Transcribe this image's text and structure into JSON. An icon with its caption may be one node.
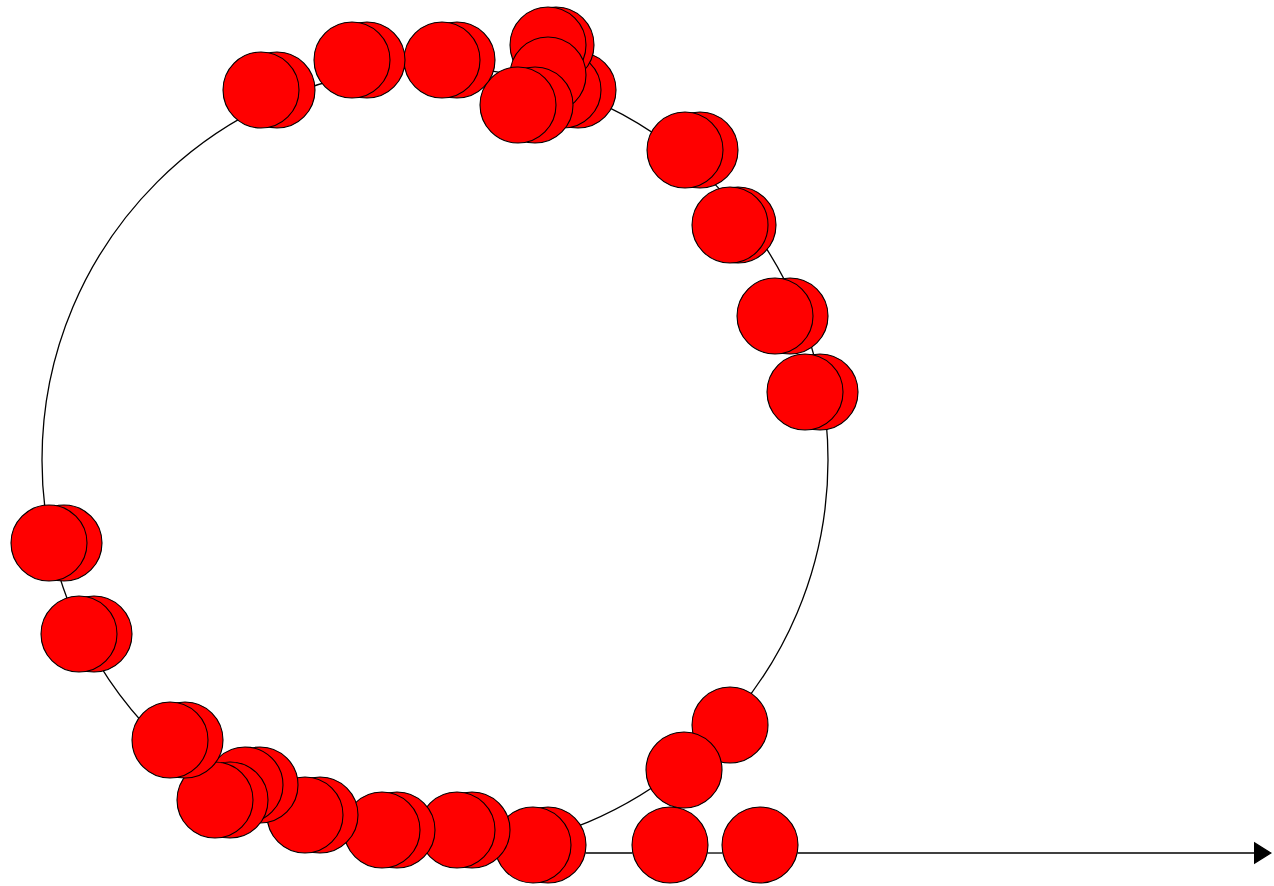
{
  "diagram": {
    "nodes": [
      {
        "text": [],
        "shape": "circle"
      },
      {
        "text": [],
        "shape": "circle"
      },
      {
        "text": [],
        "shape": "circle"
      },
      {
        "text": [],
        "shape": "circle"
      },
      {
        "text": [],
        "shape": "circle"
      },
      {
        "text": [],
        "shape": "circle"
      },
      {
        "text": [],
        "shape": "circle"
      },
      {
        "text": [],
        "shape": "circle"
      },
      {
        "text": [],
        "shape": "circle"
      },
      {
        "text": [],
        "shape": "circle"
      },
      {
        "text": [],
        "shape": "circle"
      },
      {
        "text": [],
        "shape": "circle"
      },
      {
        "text": [],
        "shape": "circle"
      },
      {
        "text": [],
        "shape": "circle"
      },
      {
        "text": [],
        "shape": "circle"
      },
      {
        "text": [],
        "shape": "circle"
      },
      {
        "text": [],
        "shape": "circle"
      },
      {
        "text": [],
        "shape": "circle"
      },
      {
        "text": [],
        "shape": "circle"
      },
      {
        "text": [],
        "shape": "circle"
      },
      {
        "text": [],
        "shape": "circle"
      },
      {
        "text": [],
        "shape": "circle"
      },
      {
        "text": [],
        "shape": "circle"
      },
      {
        "text": [],
        "shape": "circle"
      },
      {
        "text": [],
        "shape": "circle"
      },
      {
        "text": [],
        "shape": "circle"
      },
      {
        "text": [],
        "shape": "circle"
      },
      {
        "text": [],
        "shape": "circle"
      },
      {
        "text": [],
        "shape": "circle"
      },
      {
        "text": [],
        "shape": "circle"
      },
      {
        "text": [],
        "shape": "circle"
      },
      {
        "text": [],
        "shape": "circle"
      },
      {
        "text": [],
        "shape": "circle"
      },
      {
        "text": [],
        "shape": "circle"
      },
      {
        "text": [],
        "shape": "circle"
      },
      {
        "text": [],
        "shape": "circle"
      },
      {
        "text": [],
        "shape": "circle"
      },
      {
        "text": [],
        "shape": "circle"
      },
      {
        "text": [],
        "shape": "circle"
      },
      {
        "text": [],
        "shape": "circle"
      },
      {
        "text": [],
        "shape": "circle"
      },
      {
        "text": [],
        "shape": "circle"
      },
      {
        "text": [],
        "shape": "circle"
      }
    ],
    "edges": [
      {
        "from": 25,
        "to": 31,
        "arrow": "none"
      },
      {
        "from": 31,
        "to": 38,
        "arrow": "none"
      },
      {
        "from": 38,
        "to": null,
        "arrow": "to"
      }
    ]
  }
}
